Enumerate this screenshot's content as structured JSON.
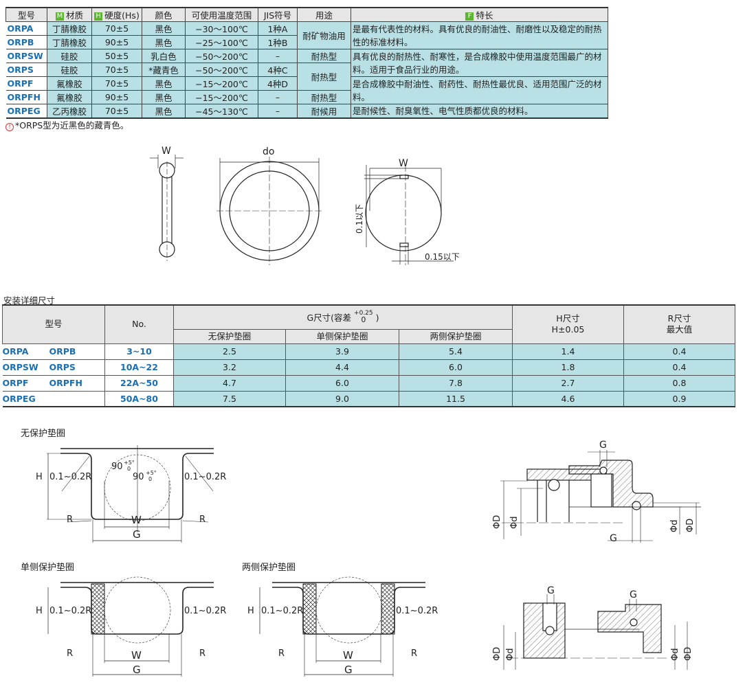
{
  "materials_table": {
    "headers": {
      "model": "型号",
      "material": "材质",
      "material_tag": "M",
      "hardness": "硬度(Hs)",
      "hardness_tag": "H",
      "color": "颜色",
      "temp": "可使用温度范围",
      "jis": "JIS符号",
      "use": "用途",
      "feature": "特长",
      "feature_tag": "F"
    },
    "rows": [
      {
        "model": "ORPA",
        "material": "丁腈橡胶",
        "hardness": "70±5",
        "color": "黑色",
        "temp": "−30～100℃",
        "jis": "1种A"
      },
      {
        "model": "ORPB",
        "material": "丁腈橡胶",
        "hardness": "90±5",
        "color": "黑色",
        "temp": "−25～100℃",
        "jis": "1种B"
      },
      {
        "model": "ORPSW",
        "material": "硅胶",
        "hardness": "50±5",
        "color": "乳白色",
        "temp": "−50～200℃",
        "jis": "–"
      },
      {
        "model": "ORPS",
        "material": "硅胶",
        "hardness": "70±5",
        "color": "*藏青色",
        "temp": "−50～200℃",
        "jis": "4种C"
      },
      {
        "model": "ORPF",
        "material": "氟橡胶",
        "hardness": "70±5",
        "color": "黑色",
        "temp": "−15～200℃",
        "jis": "4种D"
      },
      {
        "model": "ORPFH",
        "material": "氟橡胶",
        "hardness": "90±5",
        "color": "黑色",
        "temp": "−15～200℃",
        "jis": "–"
      },
      {
        "model": "ORPEG",
        "material": "乙丙橡胶",
        "hardness": "70±5",
        "color": "黑色",
        "temp": "−45～130℃",
        "jis": "–"
      }
    ],
    "uses": [
      "耐矿物油用",
      "耐热型",
      "耐热型",
      "耐热型",
      "耐候用"
    ],
    "features": [
      "是最有代表性的材料。具有优良的耐油性、耐磨性以及稳定的耐热性的标准材料。",
      "具有优良的耐热性、耐寒性，是合成橡胶中使用温度范围最广的材料。适用于食品行业的用途。",
      "是合成橡胶中耐油性、耐药性、耐热性最优良、适用范围广泛的材料。",
      "是耐候性、耐臭氧性、电气性质都优良的材料。"
    ],
    "note": "*ORPS型为近黑色的藏青色。",
    "note_icon": "!"
  },
  "diagrams_top": {
    "w1": "W",
    "do": "do",
    "w2": "W",
    "dim1": "0.1以下",
    "dim2": "0.15以下"
  },
  "install_table": {
    "title": "安装详细尺寸",
    "headers": {
      "model": "型号",
      "no": "No.",
      "g": "G尺寸(容差",
      "g_tol_plus": "+0.25",
      "g_tol_zero": "0",
      "g_close": ")",
      "g1": "无保护垫圈",
      "g2": "单侧保护垫圈",
      "g3": "两侧保护垫圈",
      "h1": "H尺寸",
      "h2": "H±0.05",
      "r1": "R尺寸",
      "r2": "最大值"
    },
    "rows": [
      {
        "m1": "ORPA",
        "m2": "ORPB",
        "no": "3~10",
        "g1": "2.5",
        "g2": "3.9",
        "g3": "5.4",
        "h": "1.4",
        "r": "0.4"
      },
      {
        "m1": "ORPSW",
        "m2": "ORPS",
        "no": "10A~22",
        "g1": "3.2",
        "g2": "4.4",
        "g3": "6.0",
        "h": "1.8",
        "r": "0.4"
      },
      {
        "m1": "ORPF",
        "m2": "ORPFH",
        "no": "22A~50",
        "g1": "4.7",
        "g2": "6.0",
        "g3": "7.8",
        "h": "2.7",
        "r": "0.8"
      },
      {
        "m1": "ORPEG",
        "m2": "",
        "no": "50A~80",
        "g1": "7.5",
        "g2": "9.0",
        "g3": "11.5",
        "h": "4.6",
        "r": "0.9"
      }
    ]
  },
  "groove_diagrams": {
    "none_title": "无保护垫圈",
    "single_title": "单侧保护垫圈",
    "double_title": "两侧保护垫圈",
    "H": "H",
    "corner": "0.1~0.2R",
    "R": "R",
    "W": "W",
    "G": "G",
    "angle": "90",
    "angle_tol": "+5°",
    "angle_zero": "0"
  },
  "assembly": {
    "G": "G",
    "phiD": "ΦD",
    "phid": "Φd"
  }
}
